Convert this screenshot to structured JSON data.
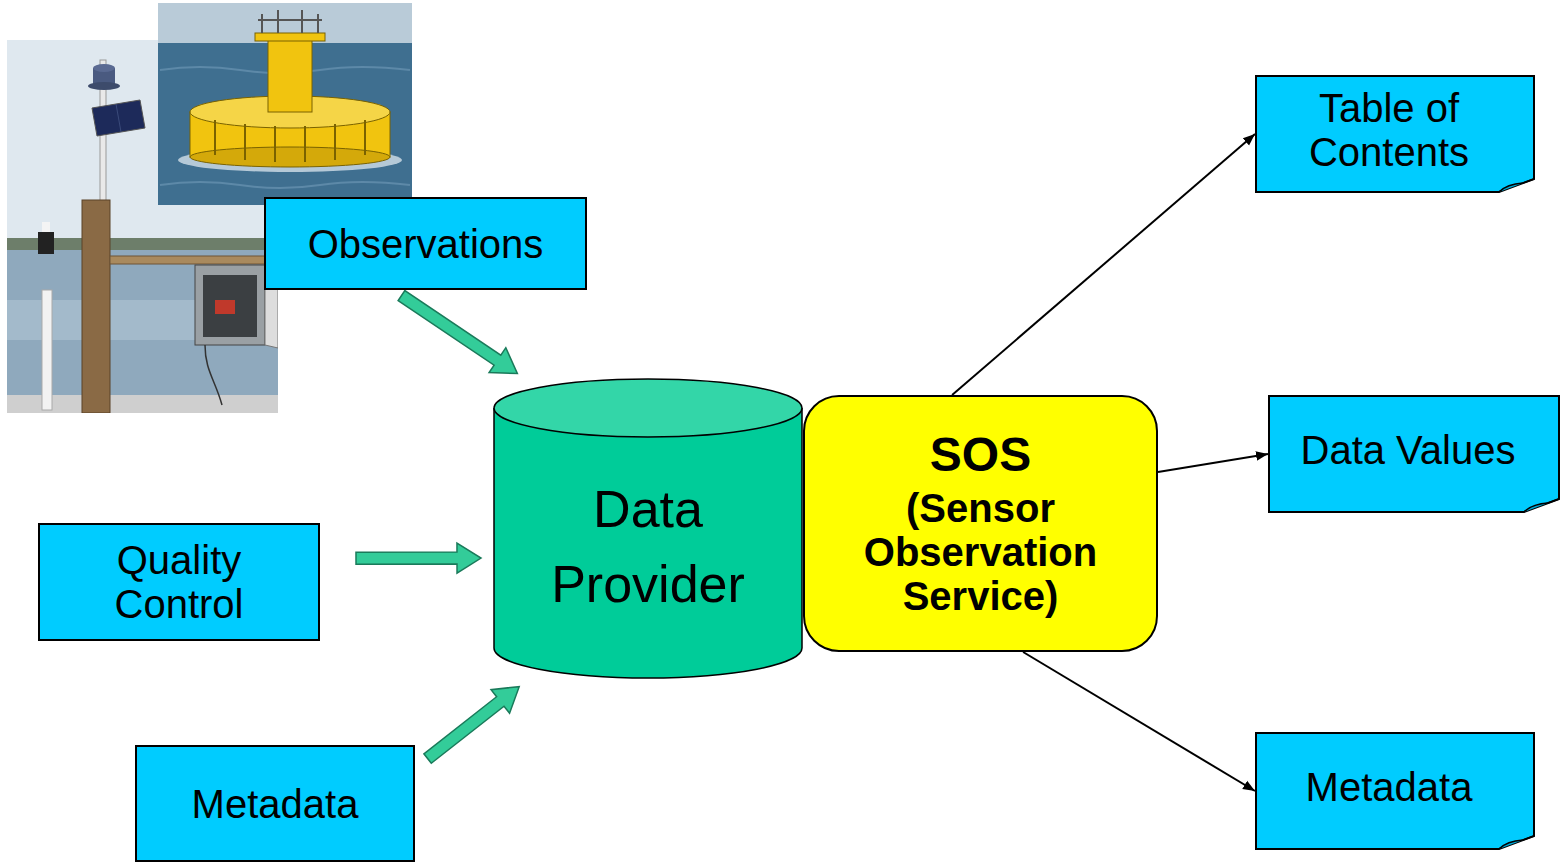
{
  "diagram": {
    "nodes": [
      {
        "text": [
          "Observations"
        ]
      },
      {
        "text": [
          "Quality Control"
        ]
      },
      {
        "text": [
          "Metadata"
        ]
      },
      {
        "text": [
          "Data Provider"
        ]
      },
      {
        "text": [
          "SOS",
          "(Sensor Observation Service)"
        ]
      },
      {
        "text": [
          "Table of Contents"
        ]
      },
      {
        "text": [
          "Data Values"
        ]
      },
      {
        "text": [
          "Metadata"
        ]
      }
    ],
    "edges": [
      {
        "from": 0,
        "to": 3,
        "arrow": "to"
      },
      {
        "from": 1,
        "to": 3,
        "arrow": "to"
      },
      {
        "from": 2,
        "to": 3,
        "arrow": "to"
      },
      {
        "from": 4,
        "to": 5,
        "arrow": "to"
      },
      {
        "from": 4,
        "to": 6,
        "arrow": "to"
      },
      {
        "from": 4,
        "to": 7,
        "arrow": "to"
      }
    ]
  }
}
